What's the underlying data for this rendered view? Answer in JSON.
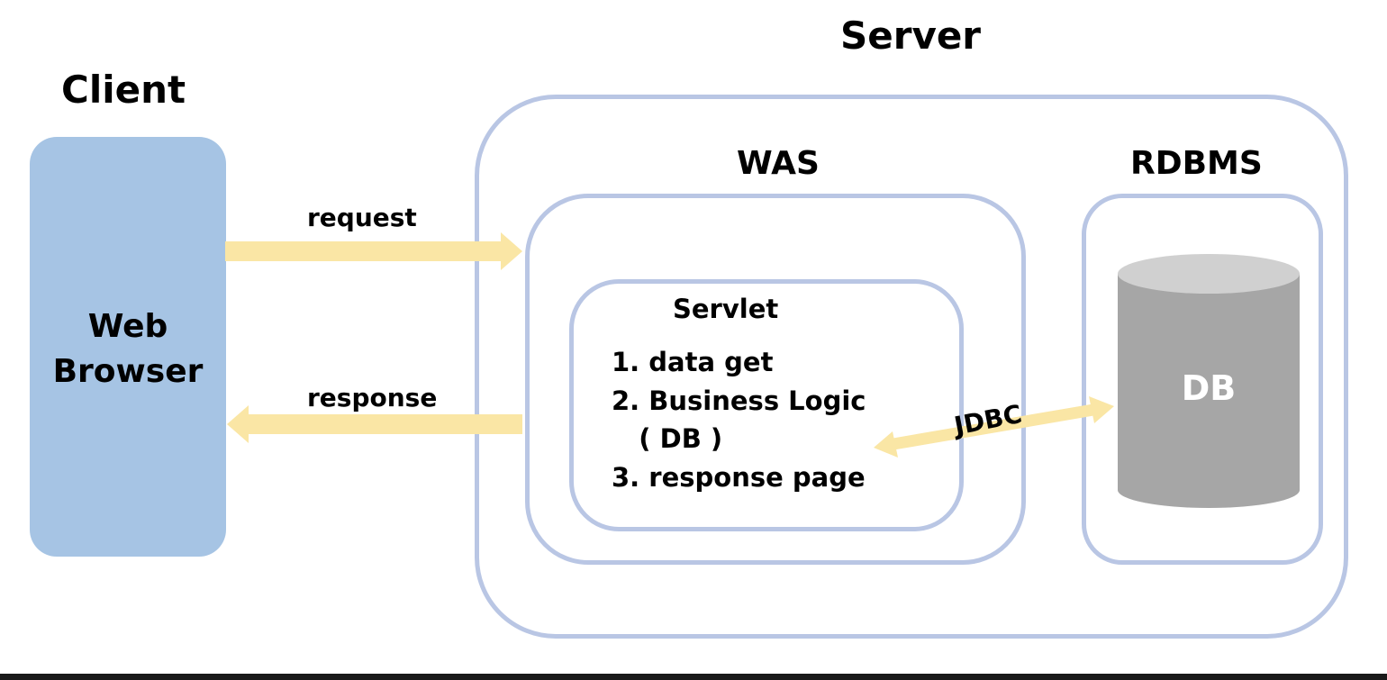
{
  "client": {
    "title": "Client",
    "box_line1": "Web",
    "box_line2": "Browser"
  },
  "server": {
    "title": "Server"
  },
  "was": {
    "title": "WAS"
  },
  "rdbms": {
    "title": "RDBMS",
    "db_label": "DB"
  },
  "servlet": {
    "title": "Servlet",
    "steps": [
      "1. data get",
      "2. Business Logic",
      "   ( DB )",
      "3. response page"
    ]
  },
  "arrows": {
    "request": "request",
    "response": "response",
    "jdbc": "JDBC"
  },
  "colors": {
    "client_fill": "#a6c4e4",
    "box_border": "#b9c6e4",
    "arrow": "#fae6a5",
    "cylinder_body": "#a6a6a6",
    "cylinder_top": "#d0d0d0"
  }
}
